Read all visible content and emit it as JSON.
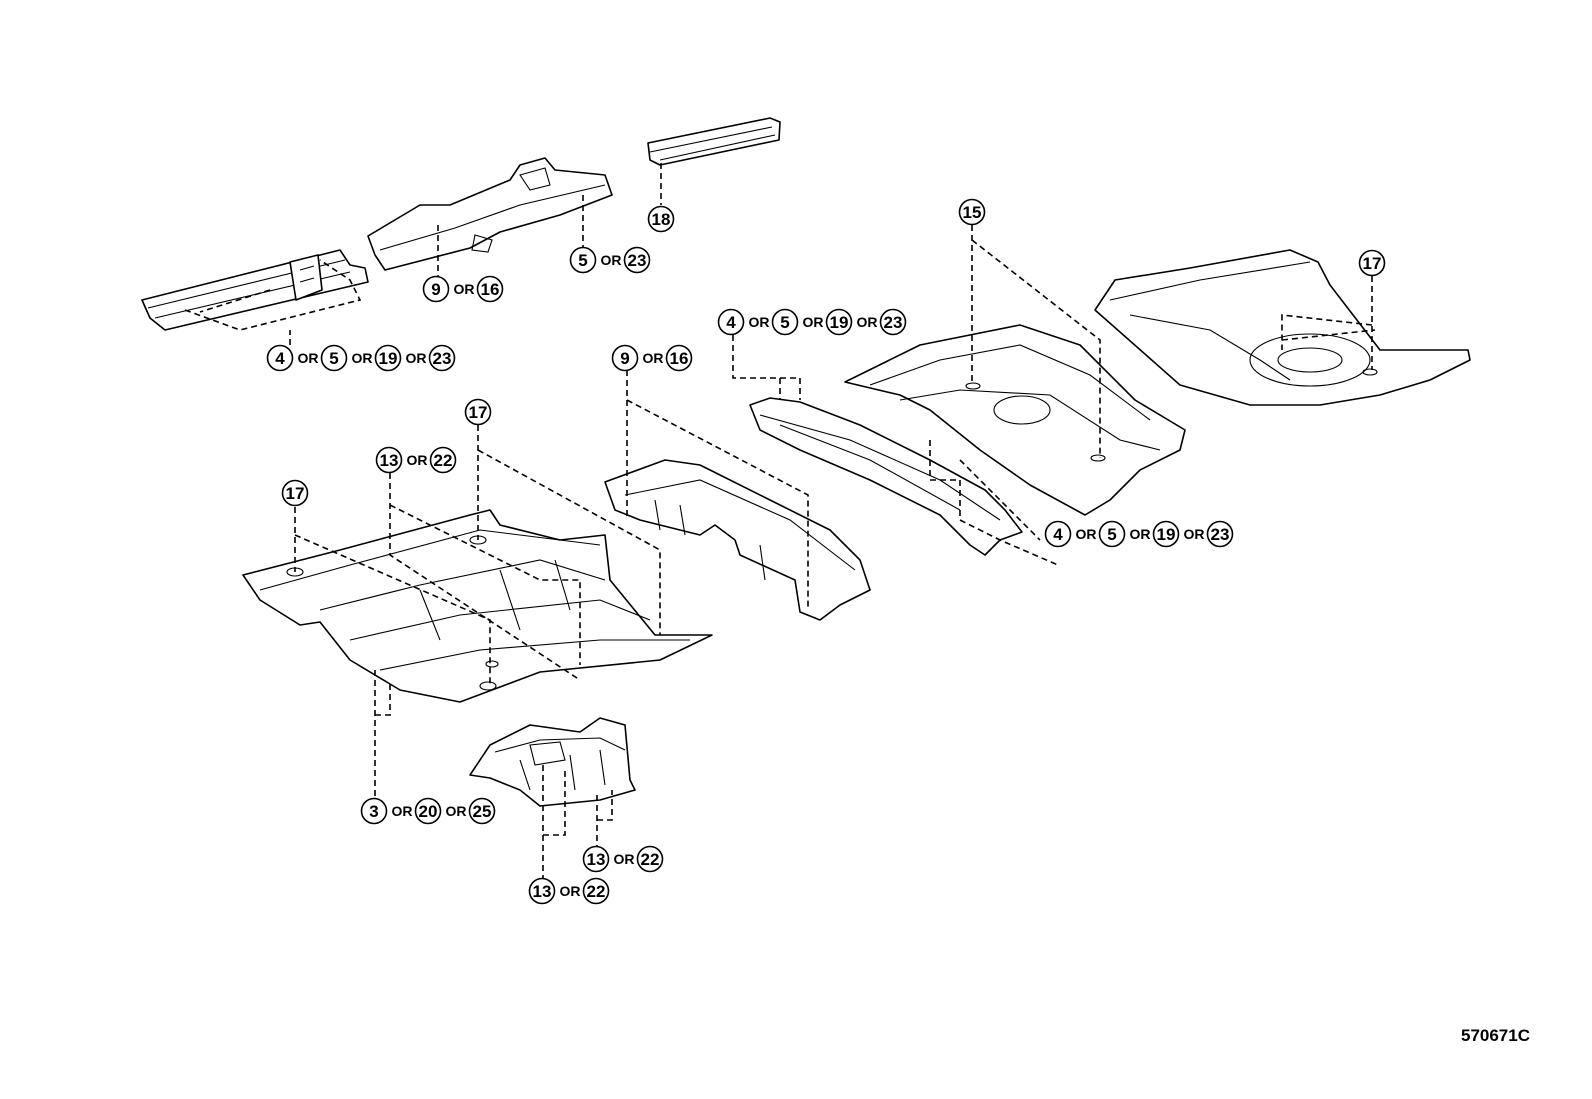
{
  "diagram_code": "570671C",
  "callouts": [
    {
      "id": "c1",
      "parts": [
        "18"
      ]
    },
    {
      "id": "c2",
      "parts": [
        "5",
        "23"
      ]
    },
    {
      "id": "c3",
      "parts": [
        "9",
        "16"
      ]
    },
    {
      "id": "c4",
      "parts": [
        "4",
        "5",
        "19",
        "23"
      ]
    },
    {
      "id": "c5",
      "parts": [
        "15"
      ]
    },
    {
      "id": "c6",
      "parts": [
        "17"
      ]
    },
    {
      "id": "c7",
      "parts": [
        "4",
        "5",
        "19",
        "23"
      ]
    },
    {
      "id": "c8",
      "parts": [
        "9",
        "16"
      ]
    },
    {
      "id": "c9",
      "parts": [
        "17"
      ]
    },
    {
      "id": "c10",
      "parts": [
        "13",
        "22"
      ]
    },
    {
      "id": "c11",
      "parts": [
        "17"
      ]
    },
    {
      "id": "c12",
      "parts": [
        "4",
        "5",
        "19",
        "23"
      ]
    },
    {
      "id": "c13",
      "parts": [
        "3",
        "20",
        "25"
      ]
    },
    {
      "id": "c14",
      "parts": [
        "13",
        "22"
      ]
    },
    {
      "id": "c15",
      "parts": [
        "13",
        "22"
      ]
    }
  ],
  "separator": "OR"
}
